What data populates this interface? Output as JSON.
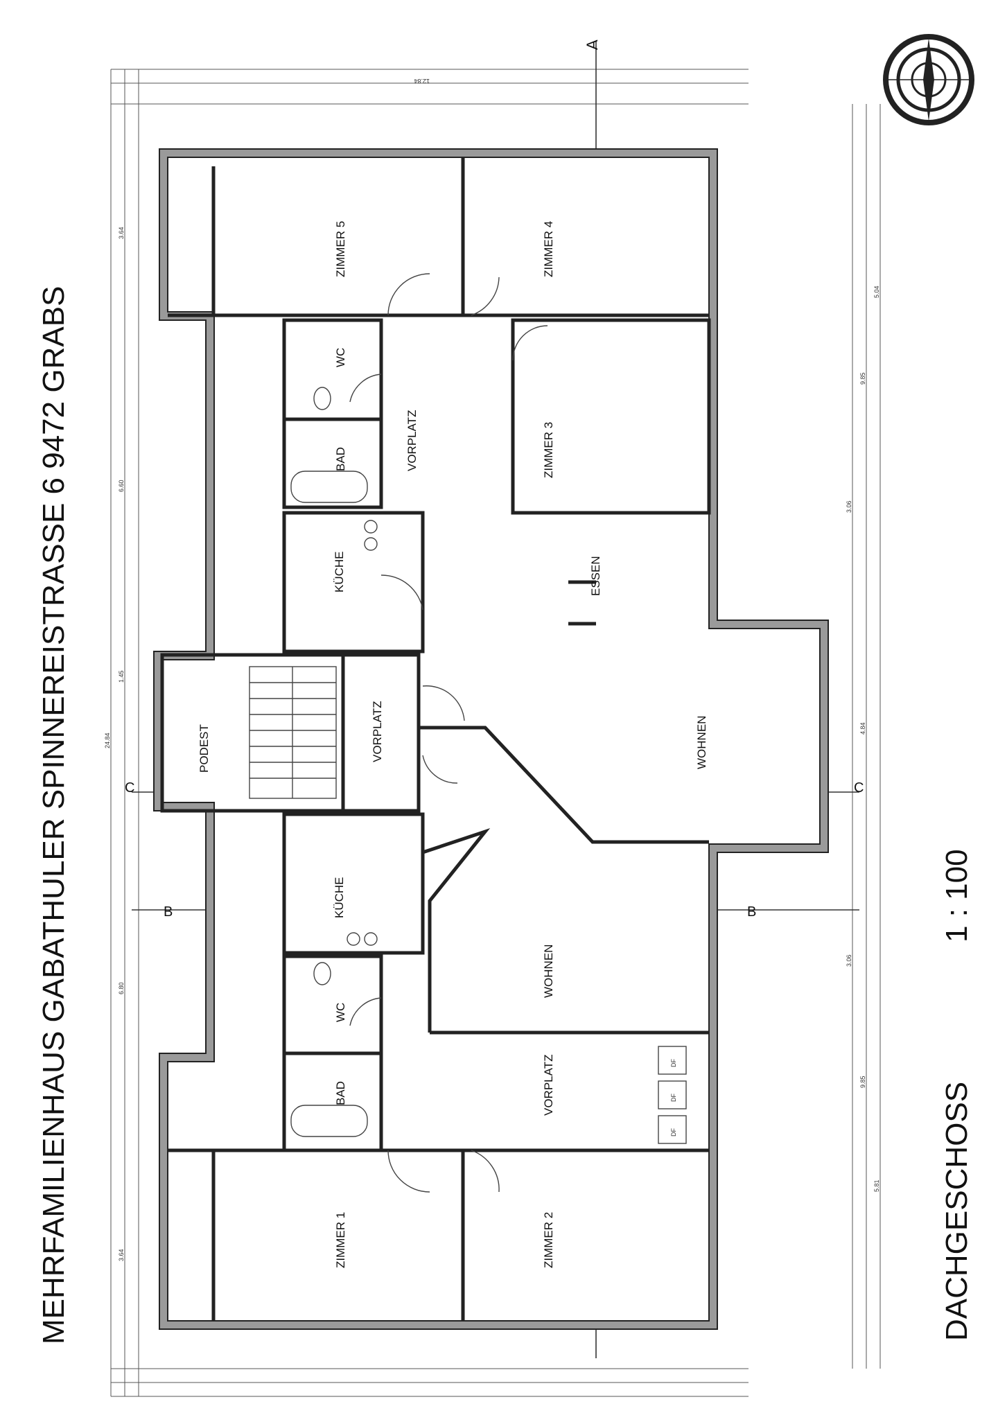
{
  "title": "MEHRFAMILIENHAUS GABATHULER SPINNEREISTRASSE 6 9472 GRABS",
  "floor": "DACHGESCHOSS",
  "scale": "1 : 100",
  "section_marks": {
    "a": "A",
    "b": "B",
    "c": "C"
  },
  "rooms": {
    "zimmer5": "ZIMMER 5",
    "zimmer4": "ZIMMER 4",
    "zimmer3": "ZIMMER 3",
    "zimmer1": "ZIMMER 1",
    "zimmer2": "ZIMMER 2",
    "wc_top": "WC",
    "bad_top": "BAD",
    "vorplatz_top": "VORPLATZ",
    "kueche_top": "KÜCHE",
    "essen": "ESSEN",
    "podest": "PODEST",
    "vorplatz_mid": "VORPLATZ",
    "wohnen_right": "WOHNEN",
    "kueche_bottom": "KÜCHE",
    "wohnen_bottom": "WOHNEN",
    "wc_bottom": "WC",
    "bad_bottom": "BAD",
    "vorplatz_bottom": "VORPLATZ"
  },
  "dims": {
    "overall_length": "24.84",
    "overall_width": "12.84",
    "d1": "3.64",
    "d2": "6.60",
    "d3": "6.80",
    "d4": "3.64",
    "d5": "1.45",
    "d6": "9.85",
    "d7": "3.06",
    "d8": "5.04",
    "d9": "4.84",
    "d10": "9.85",
    "d11": "5.81",
    "d12": "3.06"
  },
  "markers": {
    "df": "DF"
  }
}
